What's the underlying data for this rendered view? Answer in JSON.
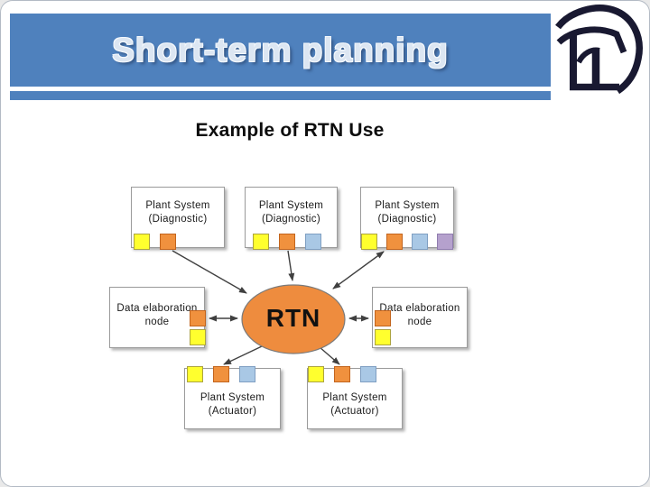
{
  "slide": {
    "title": "Short-term planning",
    "subtitle": "Example of RTN Use",
    "logo": "dtt-logo"
  },
  "colors": {
    "header_blue": "#4F81BD",
    "logo_navy": "#191931",
    "rtn_orange": "#EE8C3E",
    "square_yellow": "#FFFF2E",
    "square_orange": "#F0913E",
    "square_blue": "#A9C8E5",
    "square_purple": "#B5A1CD",
    "arrow_gray": "#404040"
  },
  "diagram": {
    "center": {
      "id": "rtn",
      "label": "RTN",
      "shape": "ellipse"
    },
    "nodes": [
      {
        "id": "plant-diag-1",
        "line1": "Plant System",
        "line2": "(Diagnostic)",
        "squares": [
          "yellow",
          "orange"
        ]
      },
      {
        "id": "plant-diag-2",
        "line1": "Plant System",
        "line2": "(Diagnostic)",
        "squares": [
          "yellow",
          "orange",
          "blue"
        ]
      },
      {
        "id": "plant-diag-3",
        "line1": "Plant System",
        "line2": "(Diagnostic)",
        "squares": [
          "yellow",
          "orange",
          "blue",
          "purple"
        ]
      },
      {
        "id": "data-node-left",
        "line1": "Data elaboration",
        "line2": "node",
        "squares": [
          "orange",
          "yellow"
        ]
      },
      {
        "id": "data-node-right",
        "line1": "Data elaboration",
        "line2": "node",
        "squares": [
          "orange",
          "yellow"
        ]
      },
      {
        "id": "plant-act-1",
        "line1": "Plant System",
        "line2": "(Actuator)",
        "squares": [
          "yellow",
          "orange",
          "blue"
        ]
      },
      {
        "id": "plant-act-2",
        "line1": "Plant System",
        "line2": "(Actuator)",
        "squares": [
          "yellow",
          "orange",
          "blue"
        ]
      }
    ],
    "edges": [
      {
        "from": "plant-diag-1",
        "to": "rtn",
        "direction": "one-way"
      },
      {
        "from": "plant-diag-2",
        "to": "rtn",
        "direction": "one-way"
      },
      {
        "from": "plant-diag-3",
        "to": "rtn",
        "direction": "two-way"
      },
      {
        "from": "data-node-left",
        "to": "rtn",
        "direction": "two-way"
      },
      {
        "from": "data-node-right",
        "to": "rtn",
        "direction": "two-way"
      },
      {
        "from": "rtn",
        "to": "plant-act-1",
        "direction": "one-way"
      },
      {
        "from": "rtn",
        "to": "plant-act-2",
        "direction": "one-way"
      }
    ]
  }
}
